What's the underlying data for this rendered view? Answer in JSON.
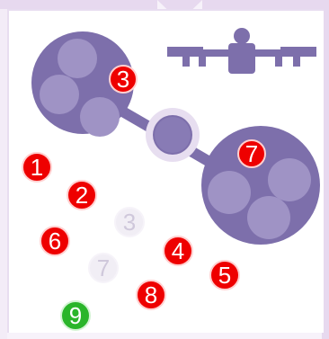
{
  "game": {
    "pods": [
      {
        "name": "left",
        "ball_label": "3"
      },
      {
        "name": "right",
        "ball_label": "7"
      }
    ],
    "balls": [
      {
        "label": "1",
        "state": "red"
      },
      {
        "label": "2",
        "state": "red"
      },
      {
        "label": "3",
        "state": "ghost"
      },
      {
        "label": "6",
        "state": "red"
      },
      {
        "label": "4",
        "state": "red"
      },
      {
        "label": "7",
        "state": "ghost"
      },
      {
        "label": "5",
        "state": "red"
      },
      {
        "label": "8",
        "state": "red"
      },
      {
        "label": "9",
        "state": "green"
      }
    ],
    "colors": {
      "pod": "#7d6fab",
      "pod_slot": "#9f93c5",
      "ring": "#e7def0",
      "drone": "#7d6fab",
      "ball_red": "#ee0000",
      "ball_green": "#2ab52a",
      "ball_ghost": "#f1eef5"
    },
    "icons": [
      "drone-icon"
    ]
  }
}
